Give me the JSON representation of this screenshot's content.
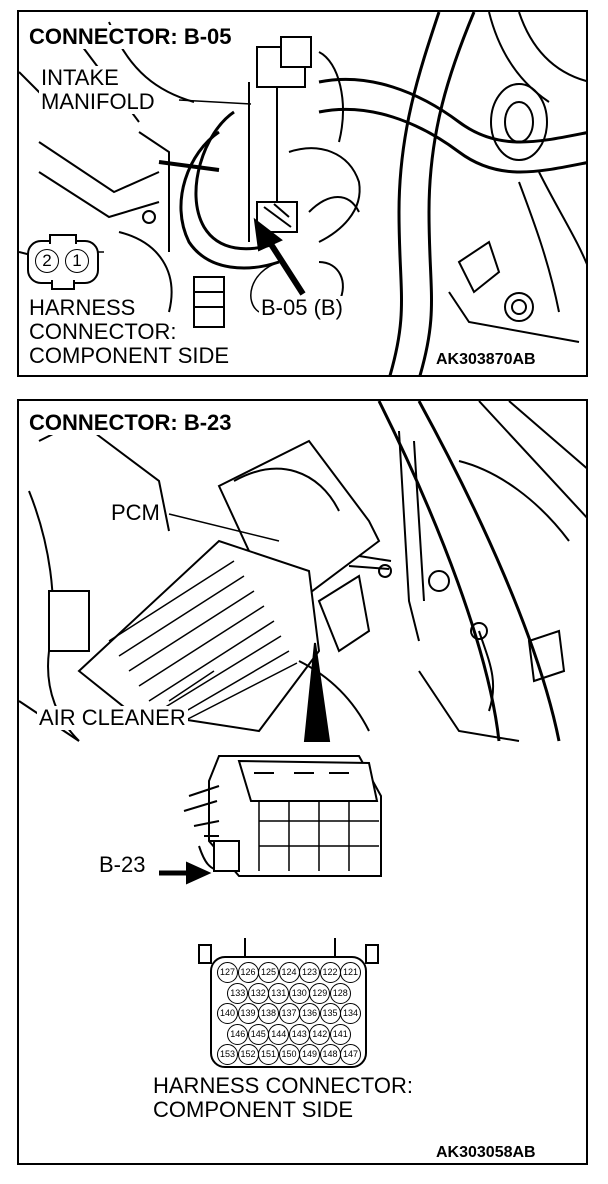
{
  "panel_top": {
    "title": "CONNECTOR: B-05",
    "label_intake_line1": "INTAKE",
    "label_intake_line2": "MANIFOLD",
    "connector_pins": [
      "2",
      "1"
    ],
    "harness_line1": "HARNESS",
    "harness_line2": "CONNECTOR:",
    "harness_line3": "COMPONENT SIDE",
    "callout": "B-05 (B)",
    "code": "AK303870AB"
  },
  "panel_bottom": {
    "title": "CONNECTOR: B-23",
    "label_pcm": "PCM",
    "label_air_cleaner": "AIR CLEANER",
    "label_b23": "B-23",
    "pin_rows": [
      [
        "127",
        "126",
        "125",
        "124",
        "123",
        "122",
        "121"
      ],
      [
        "133",
        "132",
        "131",
        "130",
        "129",
        "128"
      ],
      [
        "140",
        "139",
        "138",
        "137",
        "136",
        "135",
        "134"
      ],
      [
        "146",
        "145",
        "144",
        "143",
        "142",
        "141"
      ],
      [
        "153",
        "152",
        "151",
        "150",
        "149",
        "148",
        "147"
      ]
    ],
    "caption_line1": "HARNESS CONNECTOR:",
    "caption_line2": "COMPONENT SIDE",
    "code": "AK303058AB"
  }
}
